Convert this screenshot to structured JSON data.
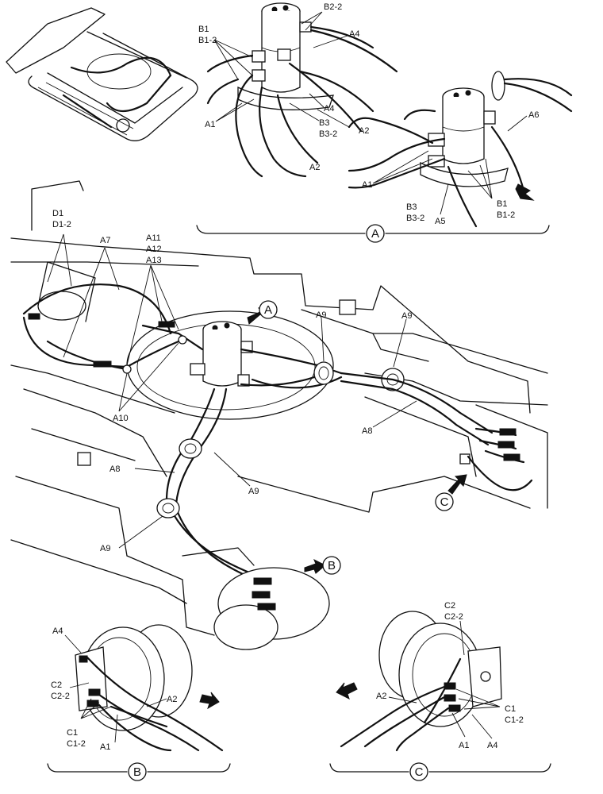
{
  "detail_markers": {
    "a": "A",
    "b": "B",
    "c": "C"
  },
  "labels": {
    "top_left_group": {
      "b1": "B1",
      "b1_2": "B1-2",
      "b2_2": "B2-2",
      "a4_top": "A4",
      "a1": "A1",
      "b3": "B3",
      "b3_2": "B3-2",
      "a4_mid": "A4",
      "a2_mid": "A2",
      "a2_low": "A2"
    },
    "top_right_group": {
      "a6": "A6",
      "a1": "A1",
      "b3": "B3",
      "b3_2": "B3-2",
      "a5": "A5",
      "b1": "B1",
      "b1_2": "B1-2"
    },
    "main": {
      "d1": "D1",
      "d1_2": "D1-2",
      "a7": "A7",
      "a11": "A11",
      "a12": "A12",
      "a13": "A13",
      "a10": "A10",
      "a9_top": "A9",
      "a9_right": "A9",
      "a8_right": "A8",
      "a8_left": "A8",
      "a9_mid": "A9",
      "a9_low": "A9"
    },
    "bottom_left": {
      "a4": "A4",
      "c2": "C2",
      "c2_2": "C2-2",
      "c1": "C1",
      "c1_2": "C1-2",
      "a1": "A1",
      "a2": "A2"
    },
    "bottom_right": {
      "c2": "C2",
      "c2_2": "C2-2",
      "a2": "A2",
      "c1": "C1",
      "c1_2": "C1-2",
      "a1": "A1",
      "a4": "A4"
    }
  }
}
